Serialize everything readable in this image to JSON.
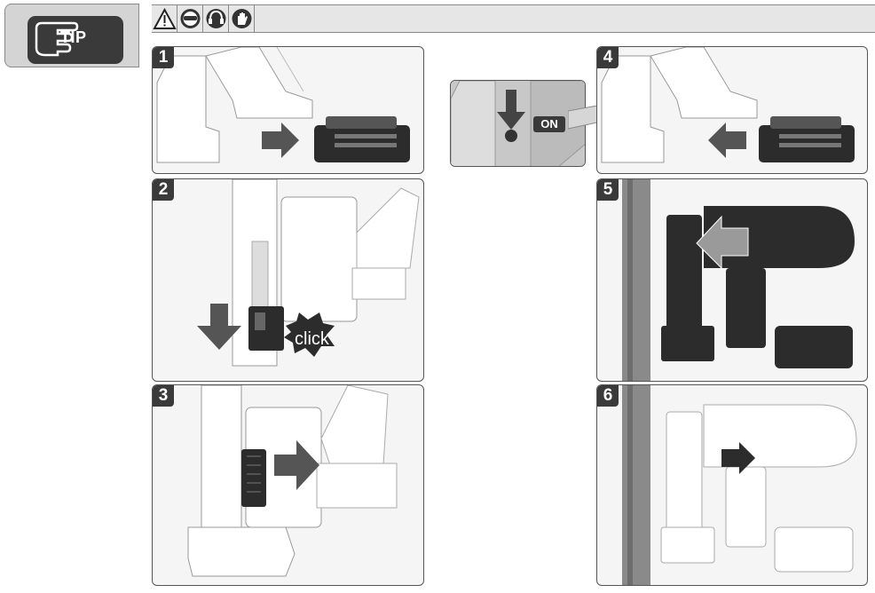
{
  "tip": {
    "label": "TIP"
  },
  "header": {
    "icons": [
      "warning-icon",
      "eye-protection-icon",
      "hearing-protection-icon",
      "gloves-icon"
    ]
  },
  "steps": [
    {
      "number": "1"
    },
    {
      "number": "2",
      "callout": "click"
    },
    {
      "number": "3"
    },
    {
      "number": "4",
      "callout": "ON"
    },
    {
      "number": "5"
    },
    {
      "number": "6"
    }
  ],
  "colors": {
    "badge_dark": "#3a3a3a",
    "panel_bg": "#f5f5f5",
    "header_bg": "#e6e6e6"
  }
}
